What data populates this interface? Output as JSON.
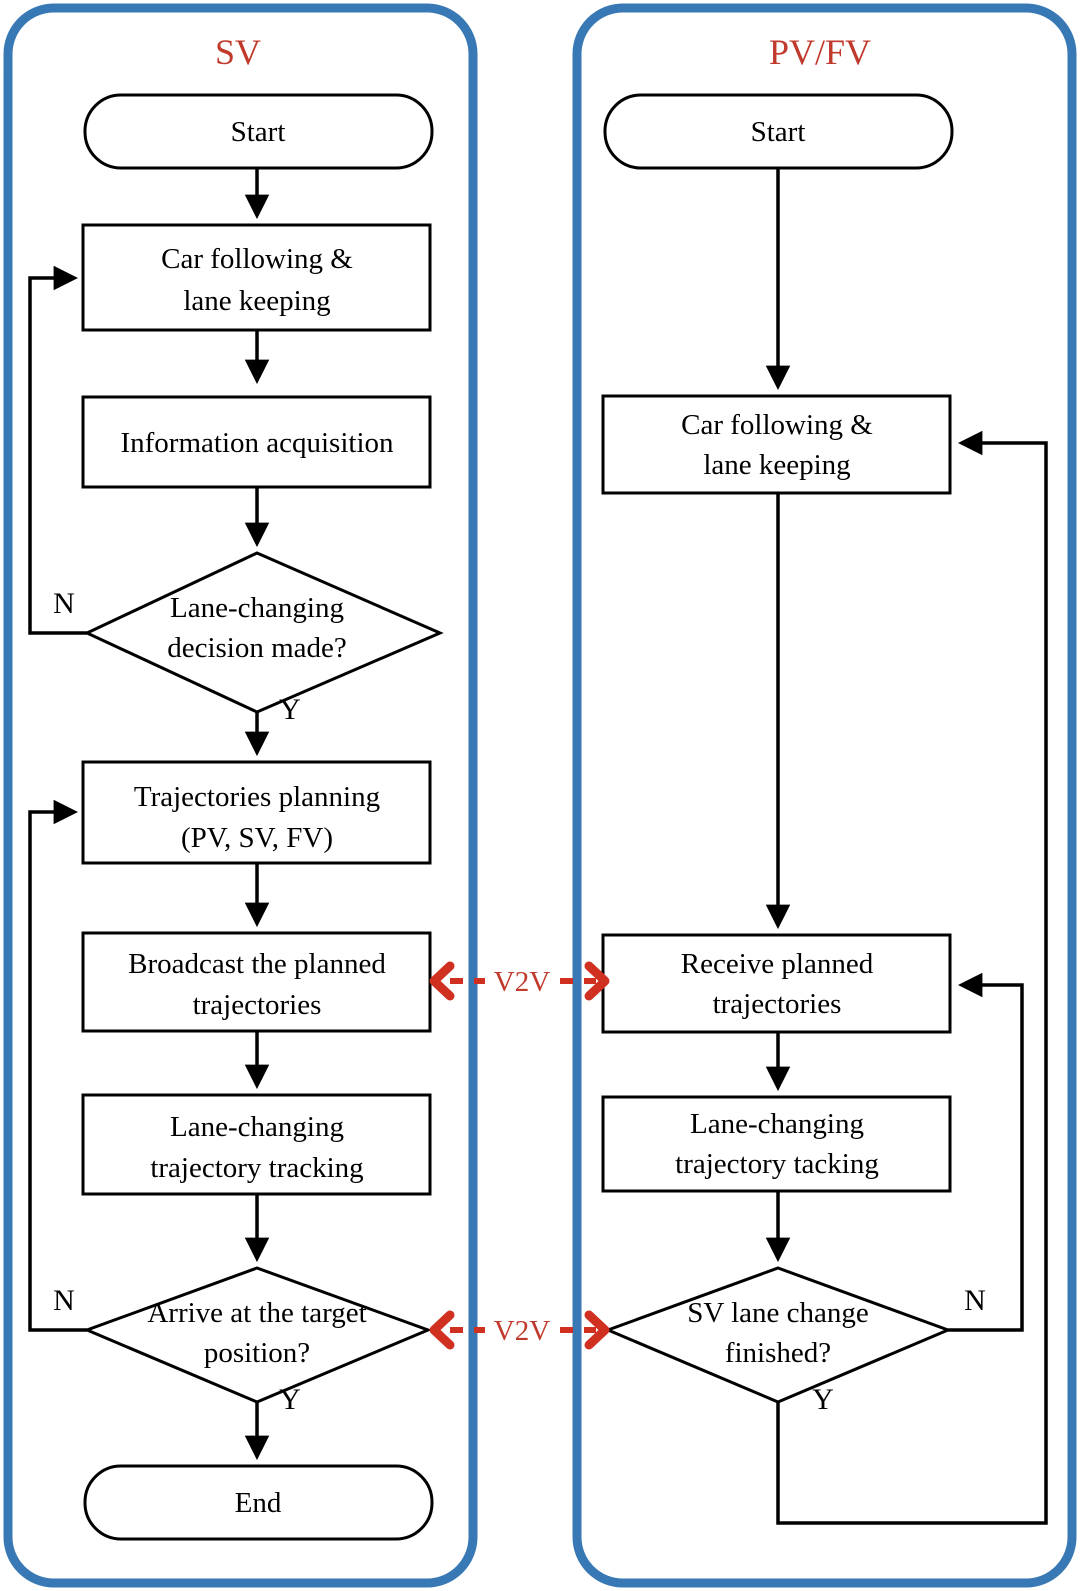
{
  "diagram": {
    "type": "flowchart",
    "title_colors": {
      "panel_title": "#c0392b",
      "panel_border": "#3878b4",
      "v2v": "#d03020"
    },
    "panels": [
      {
        "id": "sv",
        "title": "SV",
        "nodes": [
          {
            "id": "sv-start",
            "shape": "terminator",
            "label": "Start"
          },
          {
            "id": "sv-carfollow",
            "shape": "process",
            "line1": "Car following &",
            "line2": "lane keeping"
          },
          {
            "id": "sv-infoacq",
            "shape": "process",
            "line1": "Information acquisition",
            "line2": ""
          },
          {
            "id": "sv-decision1",
            "shape": "decision",
            "line1": "Lane-changing",
            "line2": "decision made?"
          },
          {
            "id": "sv-planning",
            "shape": "process",
            "line1": "Trajectories planning",
            "line2": "(PV, SV, FV)"
          },
          {
            "id": "sv-broadcast",
            "shape": "process",
            "line1": "Broadcast the planned",
            "line2": "trajectories"
          },
          {
            "id": "sv-tracking",
            "shape": "process",
            "line1": "Lane-changing",
            "line2": "trajectory tracking"
          },
          {
            "id": "sv-decision2",
            "shape": "decision",
            "line1": "Arrive at the target",
            "line2": "position?"
          },
          {
            "id": "sv-end",
            "shape": "terminator",
            "label": "End"
          }
        ],
        "branch_labels": {
          "decision1_no": "N",
          "decision1_yes": "Y",
          "decision2_no": "N",
          "decision2_yes": "Y"
        }
      },
      {
        "id": "pvfv",
        "title": "PV/FV",
        "nodes": [
          {
            "id": "pv-start",
            "shape": "terminator",
            "label": "Start"
          },
          {
            "id": "pv-carfollow",
            "shape": "process",
            "line1": "Car following &",
            "line2": "lane keeping"
          },
          {
            "id": "pv-receive",
            "shape": "process",
            "line1": "Receive planned",
            "line2": "trajectories"
          },
          {
            "id": "pv-tracking",
            "shape": "process",
            "line1": "Lane-changing",
            "line2": "trajectory tacking"
          },
          {
            "id": "pv-decision",
            "shape": "decision",
            "line1": "SV lane change",
            "line2": "finished?"
          }
        ],
        "branch_labels": {
          "decision_no": "N",
          "decision_yes": "Y"
        }
      }
    ],
    "links": [
      {
        "id": "v2v-top",
        "label": "V2V",
        "from": "sv-broadcast",
        "to": "pv-receive",
        "style": "dashed-bidirectional"
      },
      {
        "id": "v2v-bottom",
        "label": "V2V",
        "from": "sv-decision2",
        "to": "pv-decision",
        "style": "dashed-bidirectional"
      }
    ]
  }
}
